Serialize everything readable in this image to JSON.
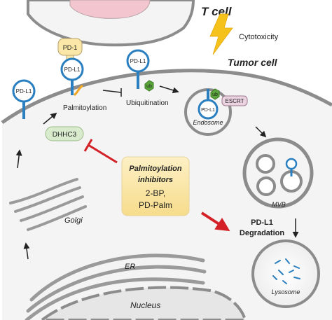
{
  "labels": {
    "t_cell": "T cell",
    "cytotoxicity": "Cytotoxicity",
    "tumor_cell": "Tumor cell",
    "pd1": "PD-1",
    "pdl1": "PD-L1",
    "ub": "ub",
    "escrt": "ESCRT",
    "palmitoylation": "Palmitoylation",
    "ubiquitination": "Ubiquitination",
    "dhhc3": "DHHC3",
    "endosome": "Endosome",
    "mvb": "MVB",
    "golgi": "Golgi",
    "er": "ER",
    "nucleus": "Nucleus",
    "lysosome": "Lysosome",
    "inhibitors_line1": "Palmitoylation",
    "inhibitors_line2": "inhibitors",
    "inhibitor_2bp": "2-BP,",
    "inhibitor_pdpalm": "PD-Palm",
    "degradation_line1": "PD-L1",
    "degradation_line2": "Degradation"
  },
  "colors": {
    "receptor_blue": "#2a7fc0",
    "ub_green": "#5aa63a",
    "inhibit_red": "#d42027",
    "box_yellow": "#fbe7a8",
    "bolt_yellow": "#f5c21b",
    "membrane_gray": "#8c8c8c"
  }
}
